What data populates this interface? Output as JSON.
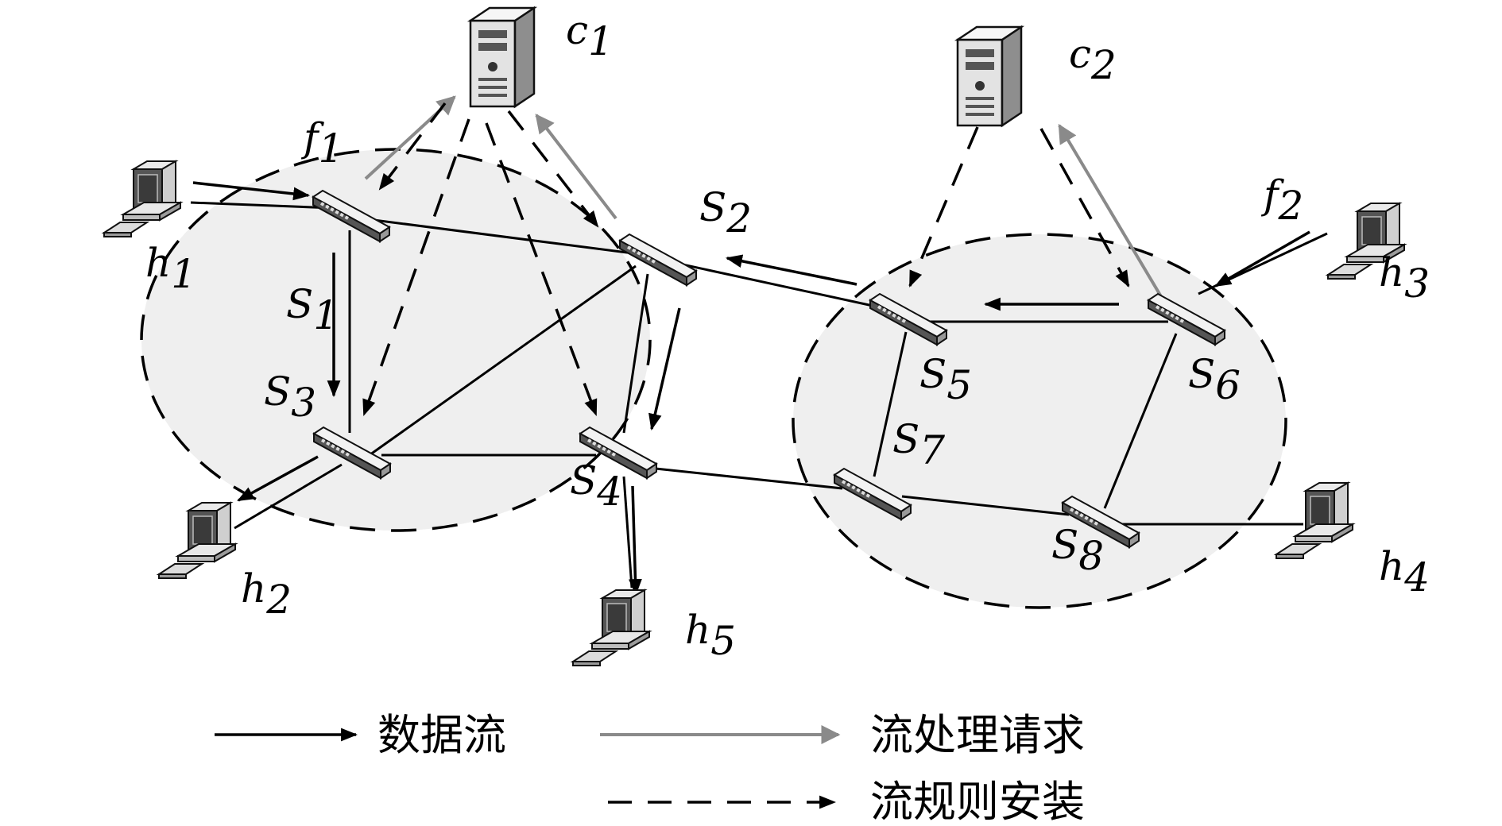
{
  "controllers": [
    {
      "id": "c1",
      "base": "c",
      "sub": "1"
    },
    {
      "id": "c2",
      "base": "c",
      "sub": "2"
    }
  ],
  "switches": [
    {
      "id": "S1",
      "base": "S",
      "sub": "1"
    },
    {
      "id": "S2",
      "base": "S",
      "sub": "2"
    },
    {
      "id": "S3",
      "base": "S",
      "sub": "3"
    },
    {
      "id": "S4",
      "base": "S",
      "sub": "4"
    },
    {
      "id": "S5",
      "base": "S",
      "sub": "5"
    },
    {
      "id": "S6",
      "base": "S",
      "sub": "6"
    },
    {
      "id": "S7",
      "base": "S",
      "sub": "7"
    },
    {
      "id": "S8",
      "base": "S",
      "sub": "8"
    }
  ],
  "hosts": [
    {
      "id": "h1",
      "base": "h",
      "sub": "1"
    },
    {
      "id": "h2",
      "base": "h",
      "sub": "2"
    },
    {
      "id": "h3",
      "base": "h",
      "sub": "3"
    },
    {
      "id": "h4",
      "base": "h",
      "sub": "4"
    },
    {
      "id": "h5",
      "base": "h",
      "sub": "5"
    }
  ],
  "flows": [
    {
      "id": "f1",
      "base": "f",
      "sub": "1"
    },
    {
      "id": "f2",
      "base": "f",
      "sub": "2"
    }
  ],
  "legend": {
    "data_flow": "数据流",
    "flow_request": "流处理请求",
    "rule_install": "流规则安装"
  },
  "colors": {
    "domain_fill": "#efefef",
    "request_arrow": "#8a8a8a",
    "line": "#000000"
  }
}
